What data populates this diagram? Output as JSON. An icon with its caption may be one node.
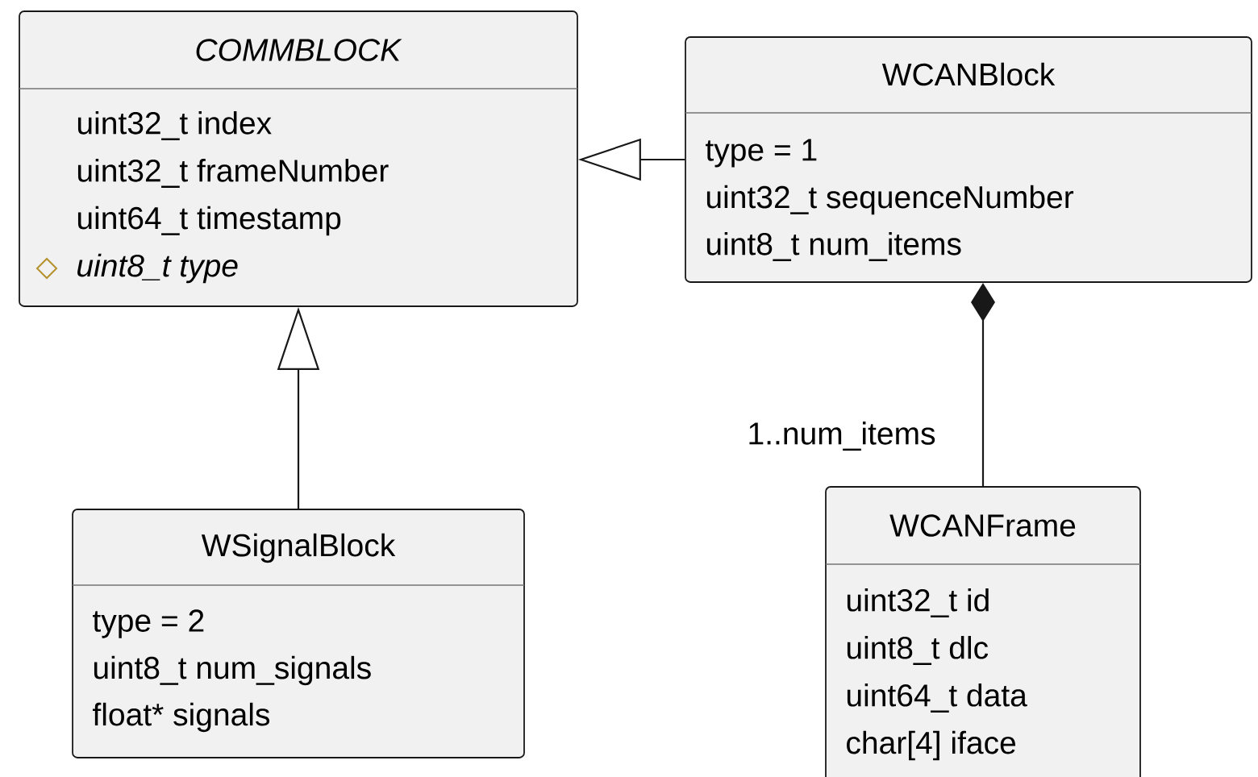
{
  "diagram": {
    "nodes": [
      {
        "text": [
          "*COMMBLOCK*",
          "uint32_t index",
          "uint32_t frameNumber",
          "uint64_t timestamp",
          "*uint8_t type*"
        ]
      },
      {
        "text": [
          "WCANBlock",
          "type = 1",
          "uint32_t sequenceNumber",
          "uint8_t num_items"
        ]
      },
      {
        "text": [
          "WSignalBlock",
          "type = 2",
          "uint8_t num_signals",
          "float* signals"
        ]
      },
      {
        "text": [
          "WCANFrame",
          "uint32_t id",
          "uint8_t dlc",
          "uint64_t data",
          "char[4] iface"
        ]
      }
    ],
    "edges": [
      {
        "from": 1,
        "to": 0,
        "arrow": "to"
      },
      {
        "from": 2,
        "to": 0,
        "arrow": "to"
      },
      {
        "from": 1,
        "to": 3,
        "arrow": "other",
        "label": "1..num_items"
      }
    ]
  }
}
